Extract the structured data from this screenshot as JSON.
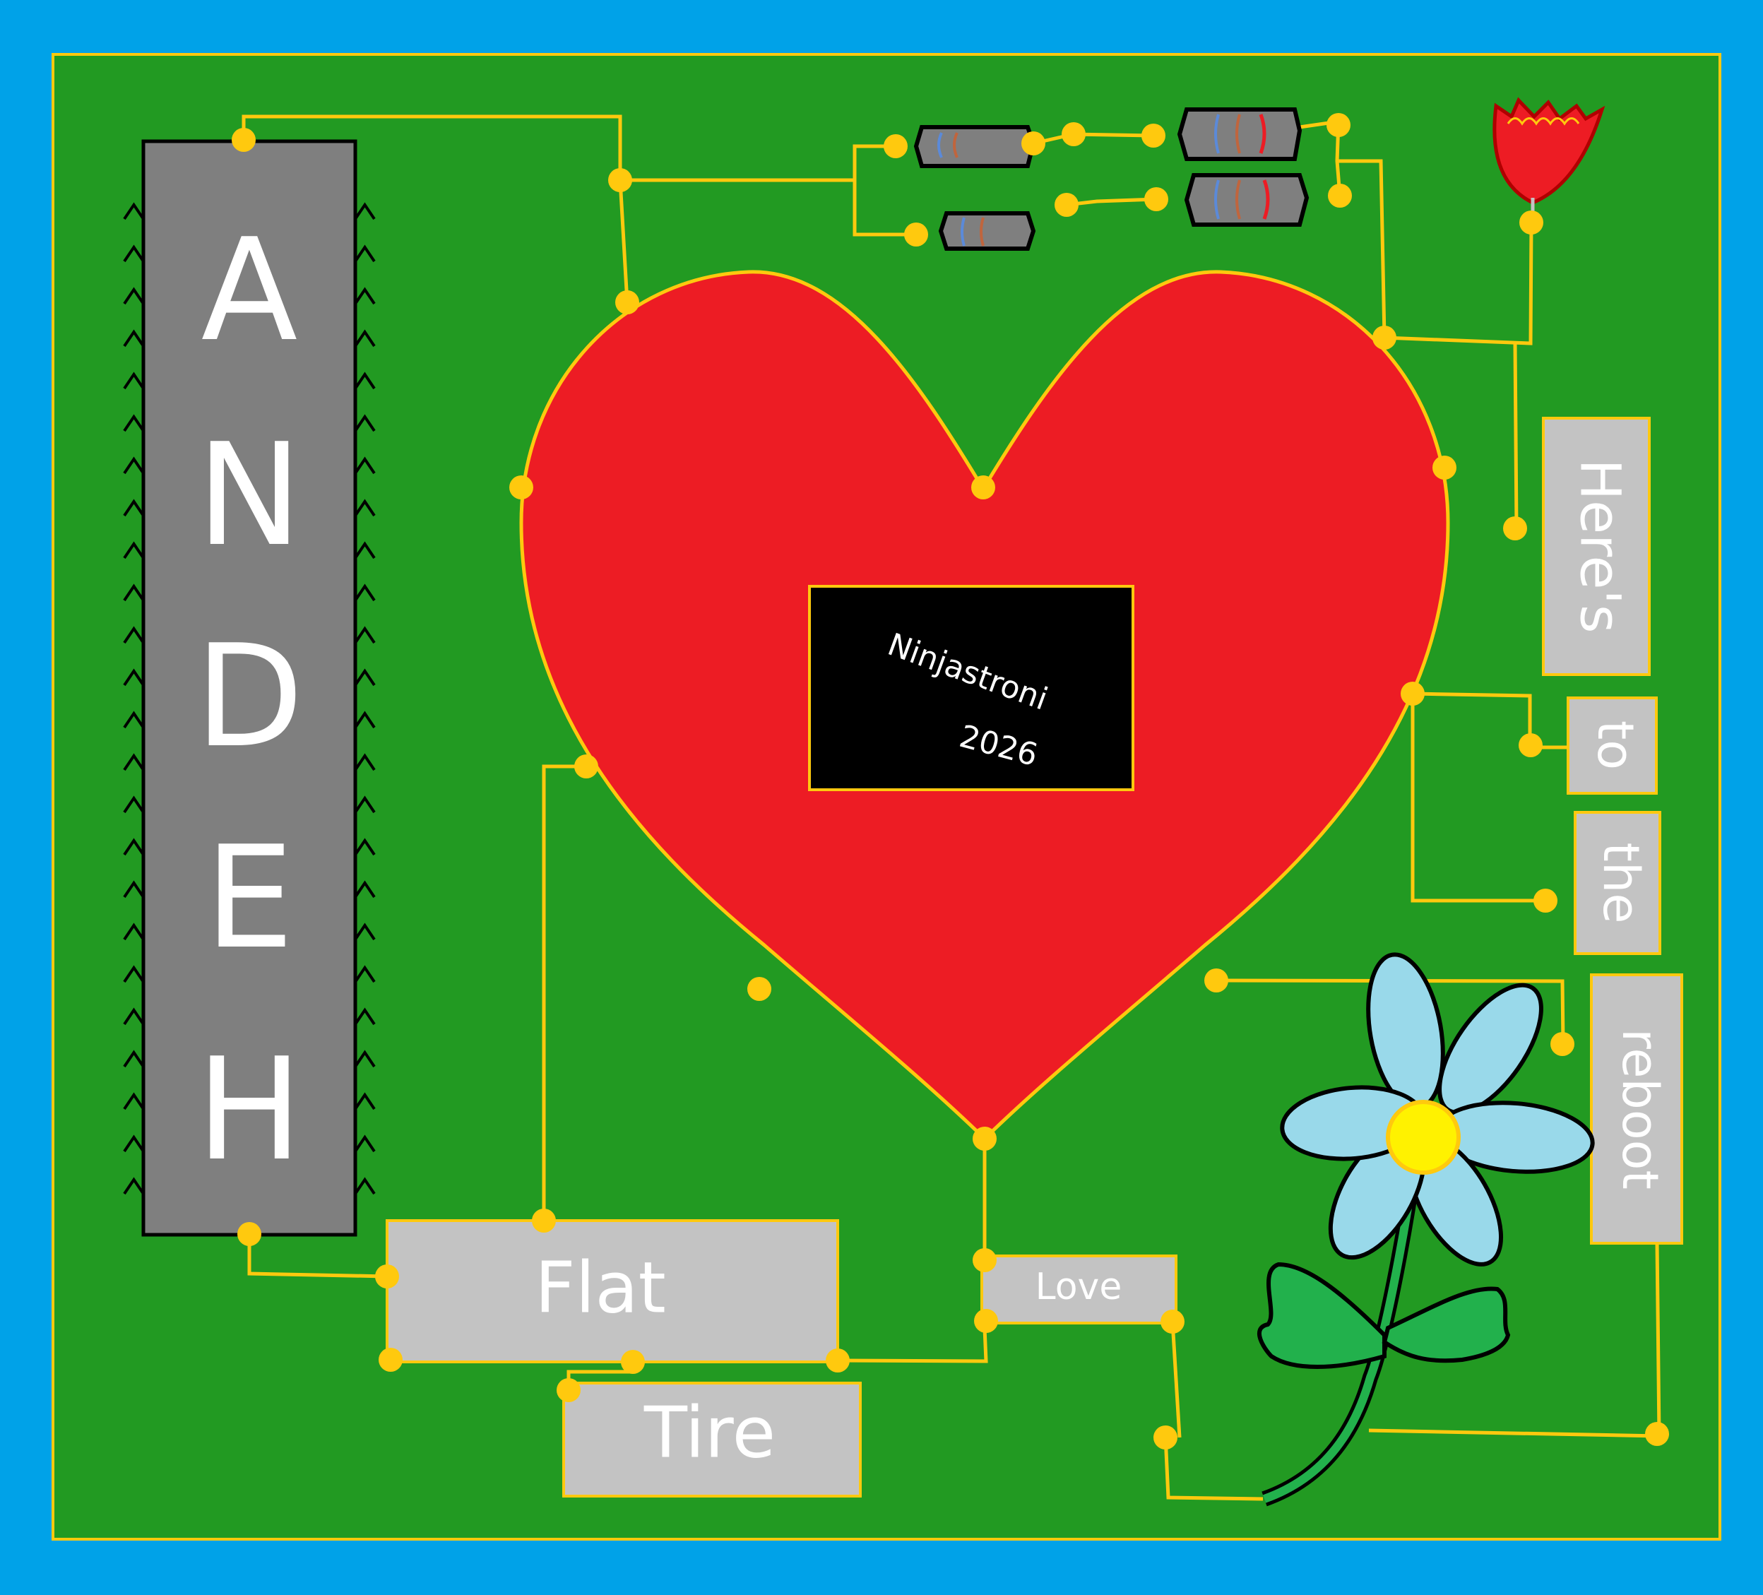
{
  "colors": {
    "background": "#00a2e8",
    "board": "#229a22",
    "trace": "#ffc90e",
    "heart": "#ed1c24",
    "chip": "#7f7f7f",
    "label_box": "#c3c3c3",
    "screen": "#000000",
    "petal": "#99d9ea",
    "leaf": "#22b14c"
  },
  "chip": {
    "letters": [
      "A",
      "N",
      "D",
      "E",
      "H"
    ]
  },
  "screen": {
    "line1": "Ninjastroni",
    "line2": "2026"
  },
  "labels": {
    "heres": "Here's",
    "to": "to",
    "the": "the",
    "reboot": "reboot",
    "flat": "Flat",
    "tire": "Tire",
    "love": "Love"
  },
  "icons": [
    "ic-chip-icon",
    "heart-icon",
    "resistor-icon",
    "tulip-icon",
    "flower-icon"
  ]
}
